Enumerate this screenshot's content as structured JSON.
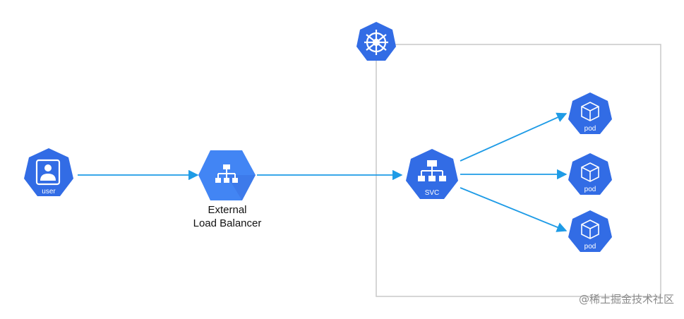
{
  "nodes": {
    "user": {
      "label": "user"
    },
    "lb": {
      "caption_line1": "External",
      "caption_line2": "Load Balancer"
    },
    "svc": {
      "label": "SVC"
    },
    "pods": [
      {
        "label": "pod"
      },
      {
        "label": "pod"
      },
      {
        "label": "pod"
      }
    ]
  },
  "colors": {
    "node_fill": "#326CE5",
    "lb_fill": "#4285F4",
    "arrow": "#1E9BE6",
    "cluster_border": "#C8C8C8"
  },
  "watermark": "@稀土掘金技术社区"
}
